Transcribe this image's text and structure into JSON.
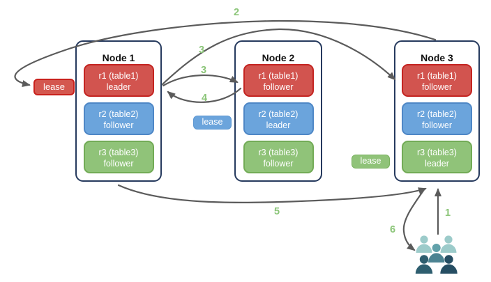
{
  "nodes": [
    {
      "title": "Node 1",
      "replicas": [
        {
          "name": "r1 (table1)",
          "role": "leader",
          "color": "#D2544F"
        },
        {
          "name": "r2 (table2)",
          "role": "follower",
          "color": "#6BA4DC"
        },
        {
          "name": "r3 (table3)",
          "role": "follower",
          "color": "#90C379"
        }
      ]
    },
    {
      "title": "Node 2",
      "replicas": [
        {
          "name": "r1 (table1)",
          "role": "follower",
          "color": "#D2544F"
        },
        {
          "name": "r2 (table2)",
          "role": "leader",
          "color": "#6BA4DC"
        },
        {
          "name": "r3 (table3)",
          "role": "follower",
          "color": "#90C379"
        }
      ]
    },
    {
      "title": "Node 3",
      "replicas": [
        {
          "name": "r1 (table1)",
          "role": "follower",
          "color": "#D2544F"
        },
        {
          "name": "r2 (table2)",
          "role": "follower",
          "color": "#6BA4DC"
        },
        {
          "name": "r3 (table3)",
          "role": "leader",
          "color": "#90C379"
        }
      ]
    }
  ],
  "leases": [
    {
      "label": "lease",
      "color": "#D4574F"
    },
    {
      "label": "lease",
      "color": "#6BA4DC"
    },
    {
      "label": "lease",
      "color": "#90C379"
    }
  ],
  "step_labels": {
    "s1": "1",
    "s2": "2",
    "s3a": "3",
    "s3b": "3",
    "s4": "4",
    "s5": "5",
    "s6": "6"
  },
  "colors": {
    "arrow": "#5B5B5B",
    "step_label": "#8BC578",
    "node_border": "#263A5E",
    "users_back": "#9CCBCA",
    "users_middle": "#61A1AA",
    "users_front_left": "#2E5E6F",
    "users_front_right": "#264E63"
  }
}
